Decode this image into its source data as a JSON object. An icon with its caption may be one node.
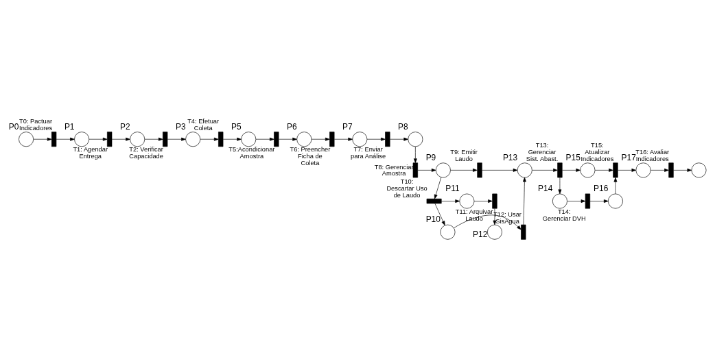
{
  "diagram": {
    "nodes": [
      {
        "text": [],
        "shape": "circle",
        "beside": [
          "P0"
        ]
      },
      {
        "text": [],
        "shape": "bar",
        "beside": [
          "T0: Pactuar Indicadores"
        ]
      },
      {
        "text": [],
        "shape": "circle",
        "beside": [
          "P1"
        ]
      },
      {
        "text": [],
        "shape": "bar",
        "beside": [
          "T1: Agendar Entrega"
        ]
      },
      {
        "text": [],
        "shape": "circle",
        "beside": [
          "P2"
        ]
      },
      {
        "text": [],
        "shape": "bar",
        "beside": [
          "T2: Verificar Capacidade"
        ]
      },
      {
        "text": [],
        "shape": "circle",
        "beside": [
          "P3"
        ]
      },
      {
        "text": [],
        "shape": "bar",
        "beside": [
          "T4: Efetuar Coleta"
        ]
      },
      {
        "text": [],
        "shape": "circle",
        "beside": [
          "P5"
        ]
      },
      {
        "text": [],
        "shape": "bar",
        "beside": [
          "T5:Acondicionar Amostra"
        ]
      },
      {
        "text": [],
        "shape": "circle",
        "beside": [
          "P6"
        ]
      },
      {
        "text": [],
        "shape": "bar",
        "beside": [
          "T6: Preencher Ficha de Coleta"
        ]
      },
      {
        "text": [],
        "shape": "circle",
        "beside": [
          "P7"
        ]
      },
      {
        "text": [],
        "shape": "bar",
        "beside": [
          "T7: Enviar para Análise"
        ]
      },
      {
        "text": [],
        "shape": "circle",
        "beside": [
          "P8"
        ]
      },
      {
        "text": [],
        "shape": "bar",
        "beside": [
          "T8: Gerenciar Amostra"
        ]
      },
      {
        "text": [],
        "shape": "circle",
        "beside": [
          "P9"
        ]
      },
      {
        "text": [],
        "shape": "bar",
        "beside": [
          "T9: Emitir Laudo"
        ]
      },
      {
        "text": [],
        "shape": "circle",
        "beside": [
          "P13"
        ]
      },
      {
        "text": [],
        "shape": "bar",
        "beside": [
          "T13: Gerenciar Sist. Abast."
        ]
      },
      {
        "text": [],
        "shape": "circle",
        "beside": [
          "P14"
        ]
      },
      {
        "text": [],
        "shape": "bar",
        "beside": [
          "T14: Gerenciar DVH"
        ]
      },
      {
        "text": [],
        "shape": "circle",
        "beside": [
          "P16"
        ]
      },
      {
        "text": [],
        "shape": "bar",
        "beside": [
          "T15: Atualizar Indicadores"
        ]
      },
      {
        "text": [],
        "shape": "circle",
        "beside": [
          "P15"
        ]
      },
      {
        "text": [],
        "shape": "circle",
        "beside": [
          "P17"
        ]
      },
      {
        "text": [],
        "shape": "bar",
        "beside": [
          "T16: Avaliar Indicadores"
        ]
      },
      {
        "text": [],
        "shape": "circle"
      },
      {
        "text": [],
        "shape": "bar",
        "beside": [
          "T10: Descartar Uso de Laudo"
        ]
      },
      {
        "text": [],
        "shape": "circle",
        "beside": [
          "P11"
        ]
      },
      {
        "text": [],
        "shape": "bar",
        "beside": [
          "T11: Arquivar Laudo"
        ]
      },
      {
        "text": [],
        "shape": "circle",
        "beside": [
          "P12"
        ]
      },
      {
        "text": [],
        "shape": "circle",
        "beside": [
          "P10"
        ]
      },
      {
        "text": [],
        "shape": "bar",
        "beside": [
          "T12: Usar SisAgua"
        ]
      }
    ],
    "edges": [
      {
        "from": 0,
        "to": 1,
        "arrow": "to"
      },
      {
        "from": 1,
        "to": 2,
        "arrow": "to"
      },
      {
        "from": 2,
        "to": 3,
        "arrow": "to"
      },
      {
        "from": 3,
        "to": 4,
        "arrow": "to"
      },
      {
        "from": 4,
        "to": 5,
        "arrow": "to"
      },
      {
        "from": 5,
        "to": 6,
        "arrow": "to"
      },
      {
        "from": 6,
        "to": 7,
        "arrow": "to"
      },
      {
        "from": 7,
        "to": 8,
        "arrow": "to"
      },
      {
        "from": 8,
        "to": 9,
        "arrow": "to"
      },
      {
        "from": 9,
        "to": 10,
        "arrow": "to"
      },
      {
        "from": 10,
        "to": 11,
        "arrow": "to"
      },
      {
        "from": 11,
        "to": 12,
        "arrow": "to"
      },
      {
        "from": 12,
        "to": 13,
        "arrow": "to"
      },
      {
        "from": 13,
        "to": 14,
        "arrow": "to"
      },
      {
        "from": 14,
        "to": 15,
        "arrow": "to"
      },
      {
        "from": 15,
        "to": 16,
        "arrow": "to"
      },
      {
        "from": 16,
        "to": 17,
        "arrow": "to"
      },
      {
        "from": 17,
        "to": 18,
        "arrow": "to"
      },
      {
        "from": 18,
        "to": 19,
        "arrow": "to"
      },
      {
        "from": 19,
        "to": 20,
        "arrow": "to"
      },
      {
        "from": 20,
        "to": 21,
        "arrow": "to"
      },
      {
        "from": 21,
        "to": 22,
        "arrow": "to"
      },
      {
        "from": 22,
        "to": 23,
        "arrow": "to"
      },
      {
        "from": 19,
        "to": 24,
        "arrow": "to"
      },
      {
        "from": 24,
        "to": 23,
        "arrow": "to"
      },
      {
        "from": 23,
        "to": 25,
        "arrow": "to"
      },
      {
        "from": 25,
        "to": 26,
        "arrow": "to"
      },
      {
        "from": 26,
        "to": 27,
        "arrow": "to"
      },
      {
        "from": 16,
        "to": 28,
        "arrow": "to"
      },
      {
        "from": 28,
        "to": 29,
        "arrow": "to"
      },
      {
        "from": 29,
        "to": 30,
        "arrow": "to"
      },
      {
        "from": 30,
        "to": 31,
        "arrow": "to"
      },
      {
        "from": 28,
        "to": 32,
        "arrow": "to"
      },
      {
        "from": 32,
        "to": 33,
        "arrow": "to"
      },
      {
        "from": 33,
        "to": 18,
        "arrow": "to"
      }
    ]
  }
}
